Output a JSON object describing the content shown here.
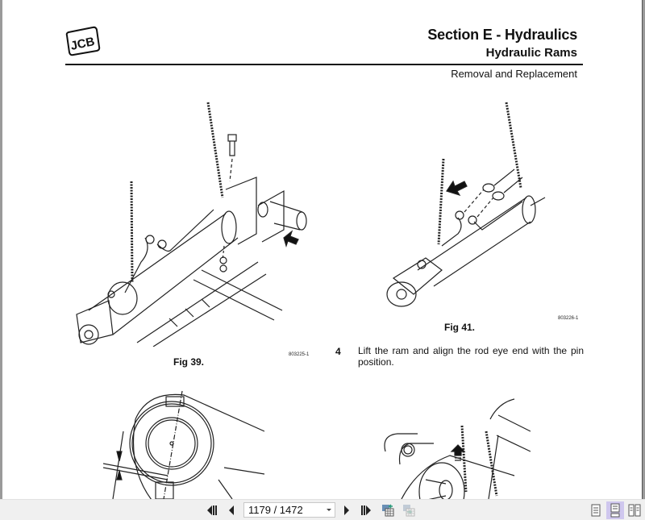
{
  "document": {
    "logo_text": "JCB",
    "section_title": "Section E - Hydraulics",
    "subsection_title": "Hydraulic Rams",
    "topic": "Removal and Replacement"
  },
  "figures": [
    {
      "caption": "Fig 39.",
      "code": "803225-1"
    },
    {
      "caption": "Fig 41.",
      "code": "803226-1"
    }
  ],
  "steps": [
    {
      "number": "4",
      "text": "Lift the ram and align the rod eye end with the pin position."
    }
  ],
  "toolbar": {
    "first_page_icon": "first-page-icon",
    "prev_page_icon": "prev-page-icon",
    "page_indicator": "1179 / 1472",
    "current_page": 1179,
    "total_pages": 1472,
    "next_page_icon": "next-page-icon",
    "last_page_icon": "last-page-icon",
    "view_modes": [
      {
        "name": "single-page",
        "active": false
      },
      {
        "name": "continuous",
        "active": true
      },
      {
        "name": "facing",
        "active": false
      }
    ]
  },
  "colors": {
    "toolbar_bg": "#f0f0f0",
    "active_view_bg": "#cfc7ee",
    "text": "#111111"
  }
}
